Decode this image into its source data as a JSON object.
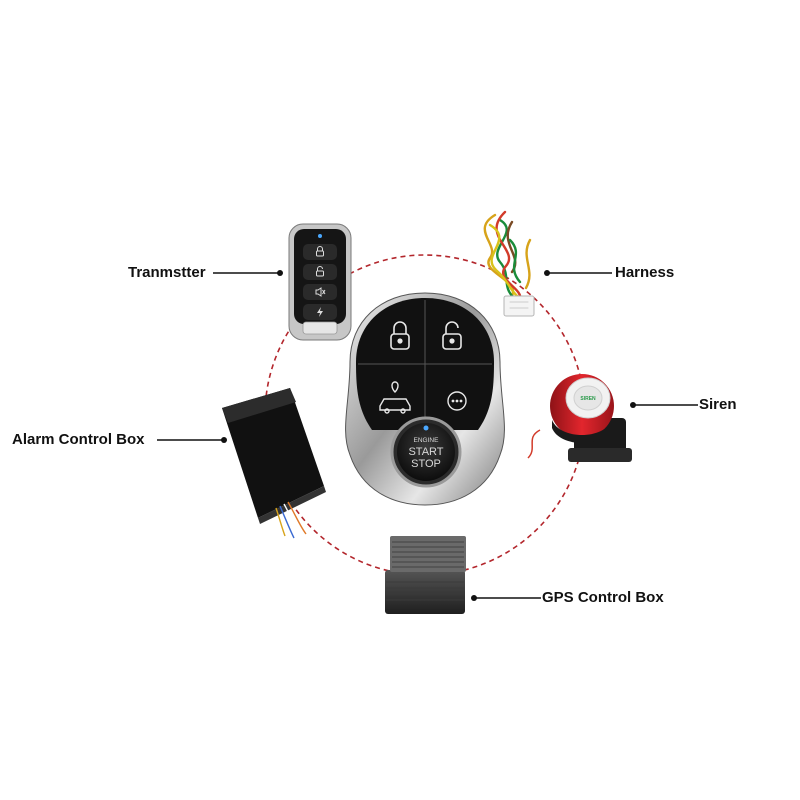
{
  "components": {
    "transmitter": "Tranmstter",
    "harness": "Harness",
    "siren": "Siren",
    "alarm_box": "Alarm Control Box",
    "gps_box": "GPS Control Box"
  },
  "main_unit": {
    "engine_label": "ENGINE",
    "start_label": "START",
    "stop_label": "STOP"
  },
  "siren_label": "SIREN",
  "colors": {
    "ring": "#b3262c",
    "leader": "#111111",
    "housing": "#1a1a1a",
    "chrome": "#b8b8b8",
    "siren_red": "#d8232a",
    "indicator_blue": "#4aa8ff"
  },
  "icons": [
    "lock-icon",
    "unlock-icon",
    "car-location-icon",
    "more-dots-icon",
    "mute-icon",
    "bolt-icon"
  ]
}
